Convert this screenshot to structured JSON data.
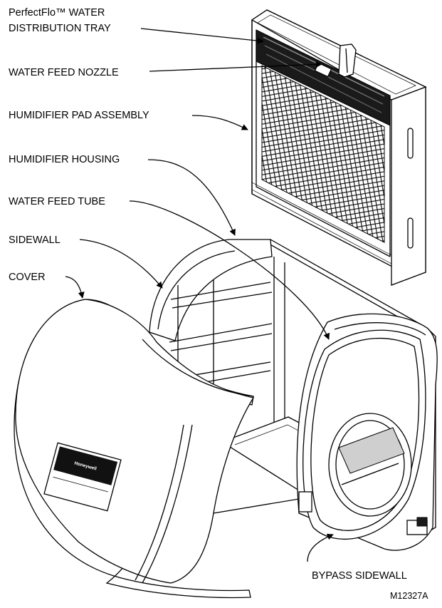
{
  "labels": {
    "distribution_tray_line1": "PerfectFlo™ WATER",
    "distribution_tray_line2": "DISTRIBUTION TRAY",
    "water_feed_nozzle": "WATER FEED NOZZLE",
    "pad_assembly": "HUMIDIFIER PAD ASSEMBLY",
    "housing": "HUMIDIFIER HOUSING",
    "water_feed_tube": "WATER FEED TUBE",
    "sidewall": "SIDEWALL",
    "cover": "COVER",
    "bypass_sidewall": "BYPASS SIDEWALL"
  },
  "cover_logo": "Honeywell",
  "figure_code": "M12327A"
}
